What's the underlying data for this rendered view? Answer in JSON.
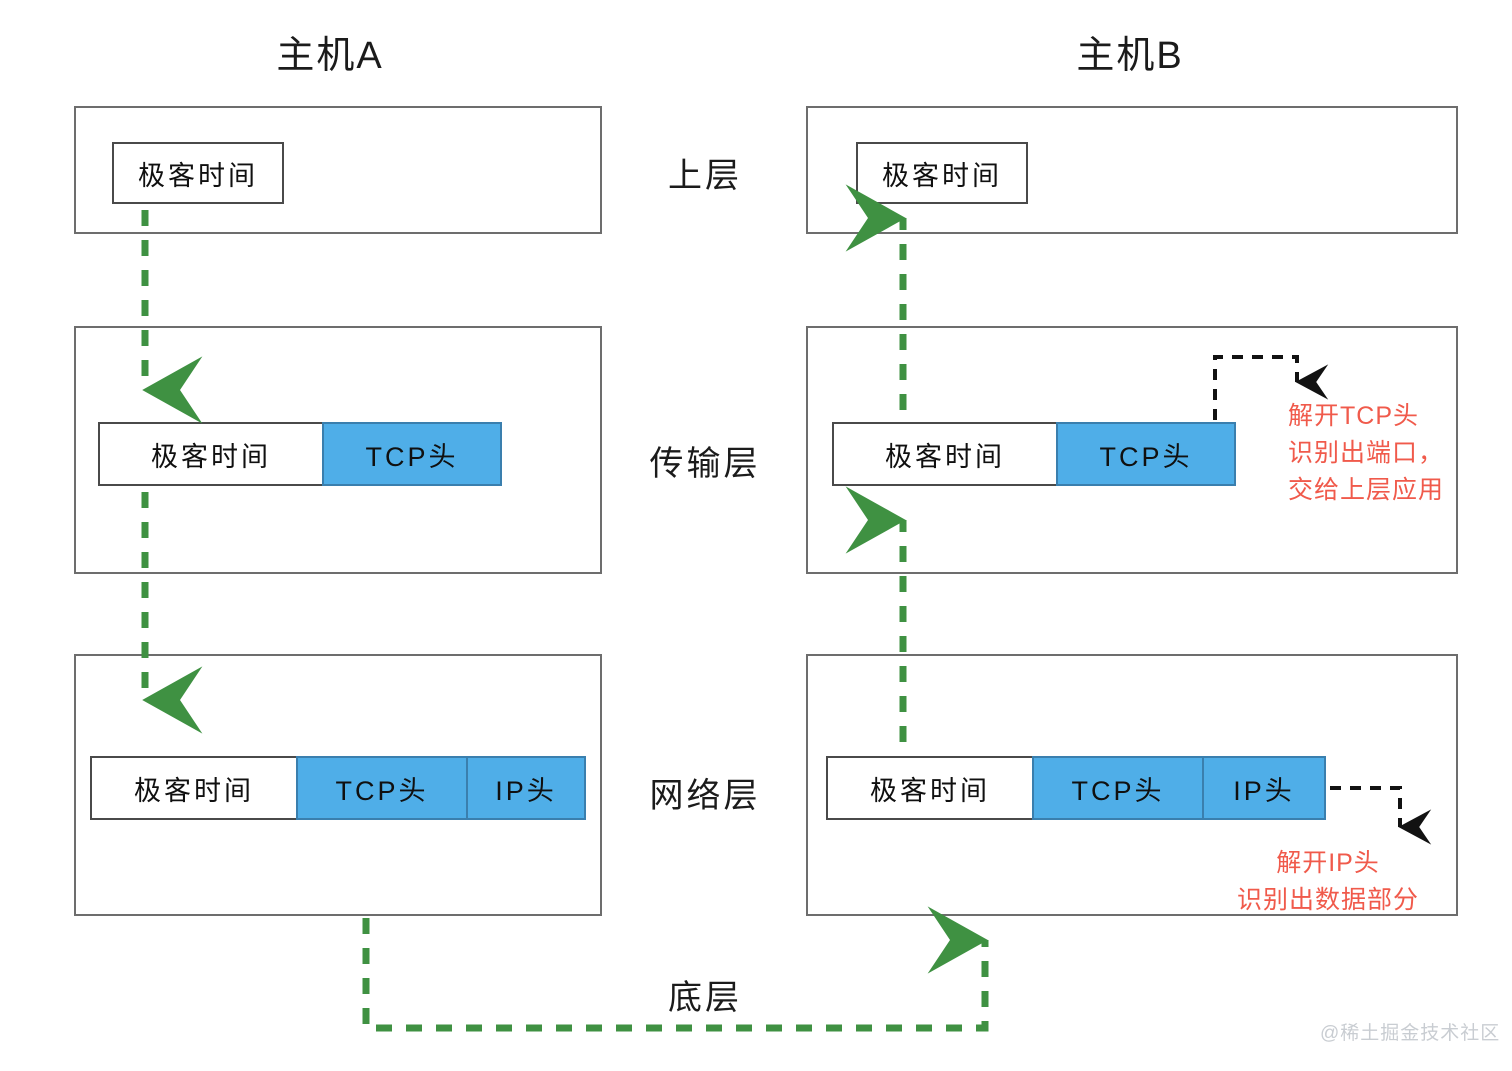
{
  "diagram": {
    "title_left": "主机A",
    "title_right": "主机B",
    "watermark": "@稀土掘金技术社区",
    "colors": {
      "header_blue": "#4FAEE8",
      "arrow_green": "#3f9142",
      "note_red": "#F05A4B",
      "box_gray": "#6d6d6d"
    }
  },
  "layer_labels": {
    "upper": "上层",
    "transport": "传输层",
    "network": "网络层",
    "bottom": "底层"
  },
  "segments": {
    "payload": "极客时间",
    "tcp_header": "TCP头",
    "ip_header": "IP头"
  },
  "host_a": {
    "upper": {
      "payload": "极客时间"
    },
    "transport": {
      "payload": "极客时间",
      "tcp_header": "TCP头"
    },
    "network": {
      "payload": "极客时间",
      "tcp_header": "TCP头",
      "ip_header": "IP头"
    }
  },
  "host_b": {
    "upper": {
      "payload": "极客时间"
    },
    "transport": {
      "payload": "极客时间",
      "tcp_header": "TCP头"
    },
    "network": {
      "payload": "极客时间",
      "tcp_header": "TCP头",
      "ip_header": "IP头"
    }
  },
  "notes": {
    "tcp": {
      "line1": "解开TCP头",
      "line2": "识别出端口，",
      "line3": "交给上层应用"
    },
    "ip": {
      "line1": "解开IP头",
      "line2": "识别出数据部分"
    }
  }
}
